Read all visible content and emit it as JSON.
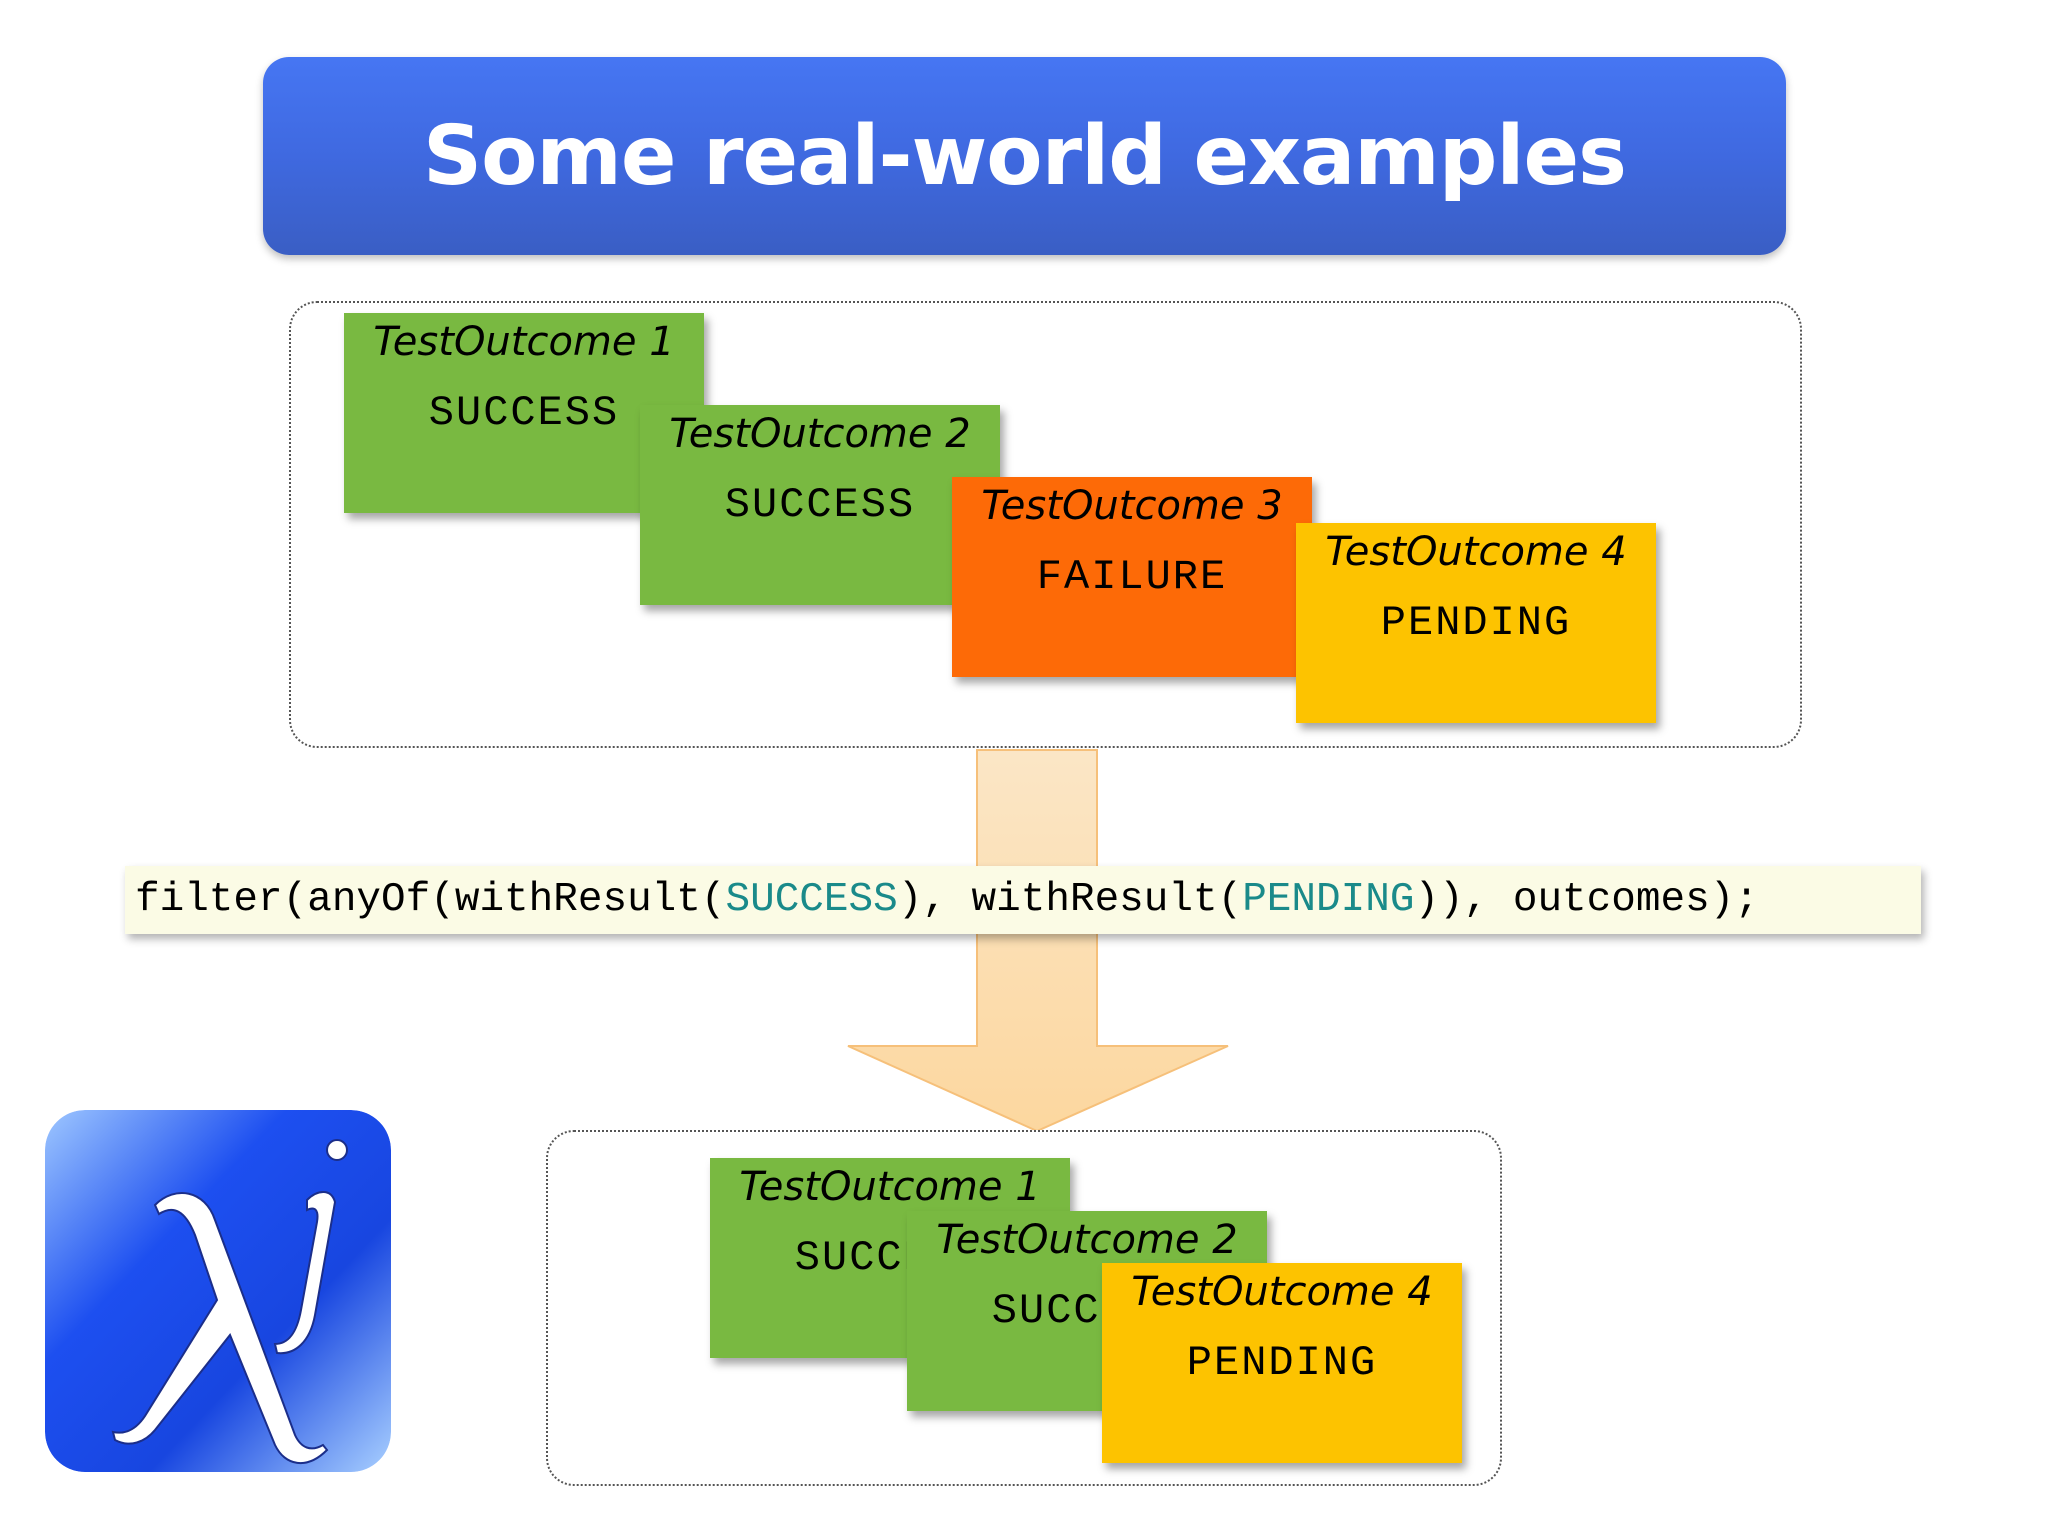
{
  "title": "Some real-world examples",
  "input_outcomes": [
    {
      "name": "TestOutcome 1",
      "status": "SUCCESS"
    },
    {
      "name": "TestOutcome 2",
      "status": "SUCCESS"
    },
    {
      "name": "TestOutcome 3",
      "status": "FAILURE"
    },
    {
      "name": "TestOutcome 4",
      "status": "PENDING"
    }
  ],
  "code": {
    "part1": "filter(anyOf(withResult(",
    "const1": "SUCCESS",
    "part2": "), withResult(",
    "const2": "PENDING",
    "part3": ")), outcomes);"
  },
  "output_outcomes": [
    {
      "name": "TestOutcome 1",
      "status": "SUCCESS"
    },
    {
      "name": "TestOutcome 2",
      "status": "SUCCESS"
    },
    {
      "name": "TestOutcome 4",
      "status": "PENDING"
    }
  ],
  "colors": {
    "success": "#79b941",
    "failure": "#fd6a07",
    "pending": "#fdc300",
    "title_bar": "#4070e8",
    "code_constant": "#1a8a8a"
  },
  "logo_icon": "lambda-j-logo"
}
